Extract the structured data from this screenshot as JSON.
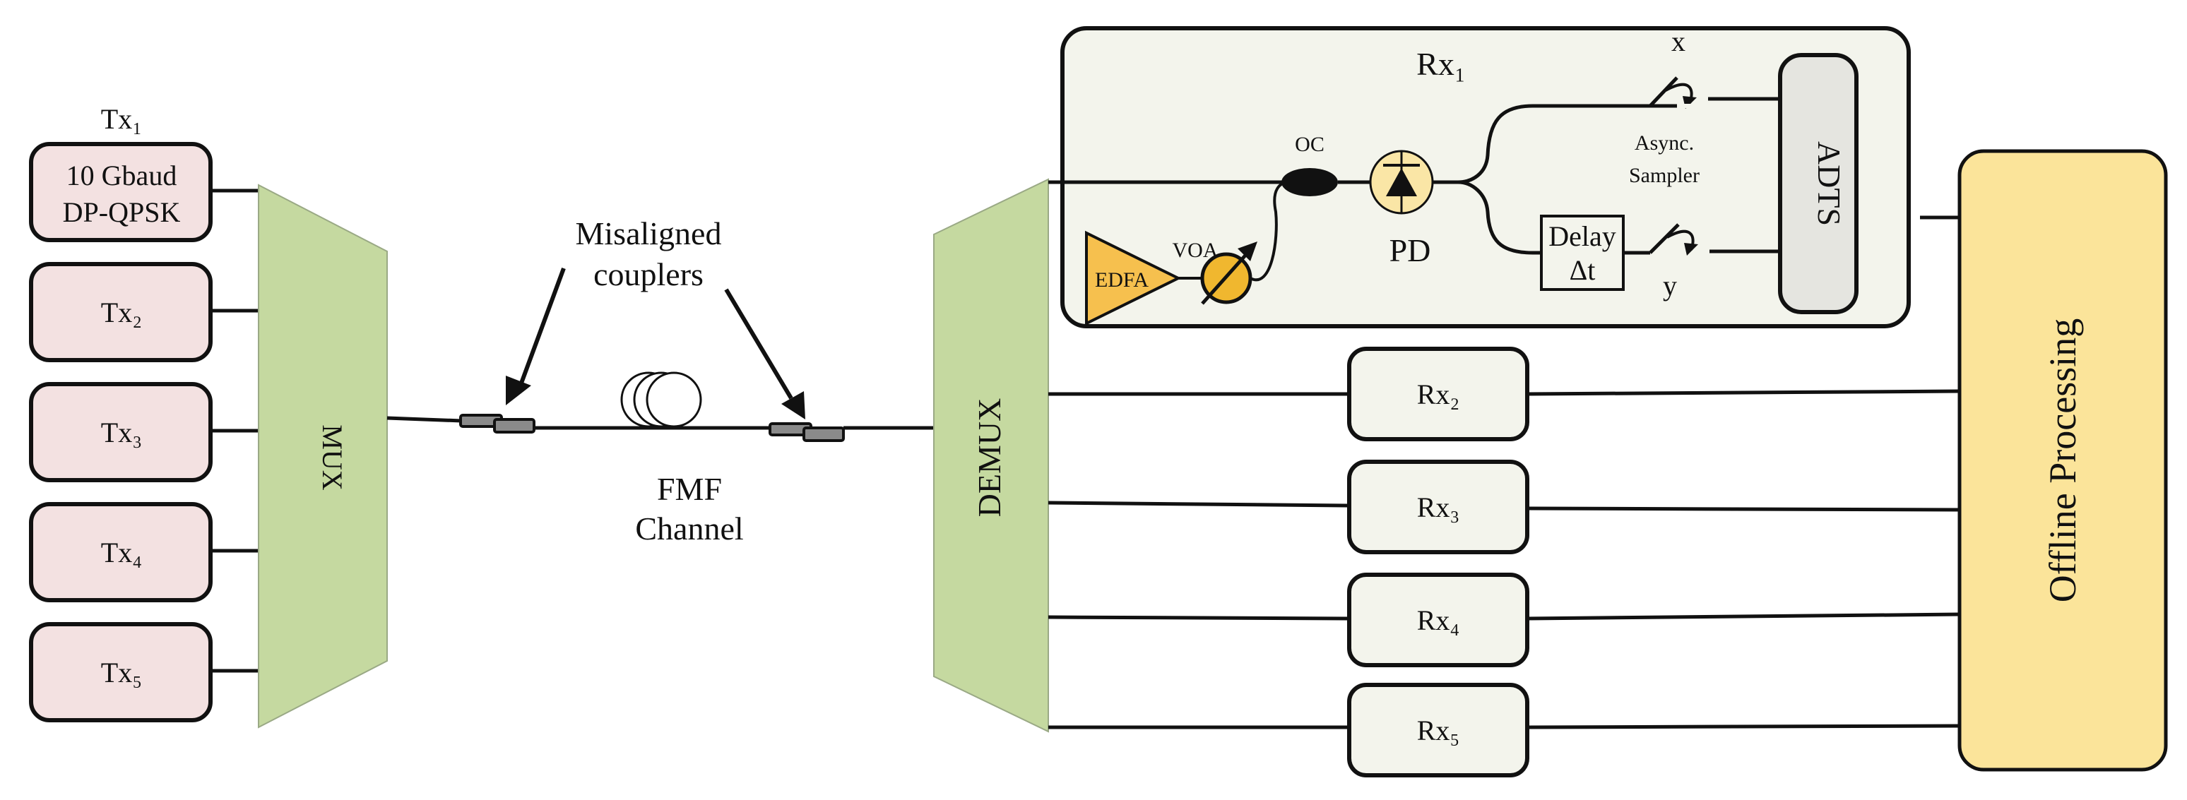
{
  "transmitters": [
    {
      "id": "tx1",
      "top_label": "Tx₁",
      "line1": "10 Gbaud",
      "line2": "DP-QPSK"
    },
    {
      "id": "tx2",
      "label": "Tx₂"
    },
    {
      "id": "tx3",
      "label": "Tx₃"
    },
    {
      "id": "tx4",
      "label": "Tx₄"
    },
    {
      "id": "tx5",
      "label": "Tx₅"
    }
  ],
  "mux": {
    "label": "MUX"
  },
  "channel": {
    "couplers_label_line1": "Misaligned",
    "couplers_label_line2": "couplers",
    "fmf_line1": "FMF",
    "fmf_line2": "Channel"
  },
  "demux": {
    "label": "DEMUX"
  },
  "rx1": {
    "title": "Rx₁",
    "edfa": "EDFA",
    "voa": "VOA",
    "oc": "OC",
    "pd": "PD",
    "delay_line1": "Delay",
    "delay_line2": "Δt",
    "sampler_line1": "Async.",
    "sampler_line2": "Sampler",
    "x_label": "x",
    "y_label": "y",
    "adts": "ADTS"
  },
  "receivers": [
    {
      "id": "rx2",
      "label": "Rx₂"
    },
    {
      "id": "rx3",
      "label": "Rx₃"
    },
    {
      "id": "rx4",
      "label": "Rx₄"
    },
    {
      "id": "rx5",
      "label": "Rx₅"
    }
  ],
  "offline": {
    "label": "Offline Processing"
  },
  "colors": {
    "tx_fill": "#f3e1e1",
    "mux_fill": "#c5d9a0",
    "rx_panel_fill": "#f3f4ec",
    "edfa_fill": "#f6c04e",
    "voa_fill": "#f0b72f",
    "pd_fill": "#fae6a6",
    "adts_fill": "#e5e5e0",
    "offline_fill": "#fbe49a",
    "coupler_fill": "#8a8a8a"
  }
}
